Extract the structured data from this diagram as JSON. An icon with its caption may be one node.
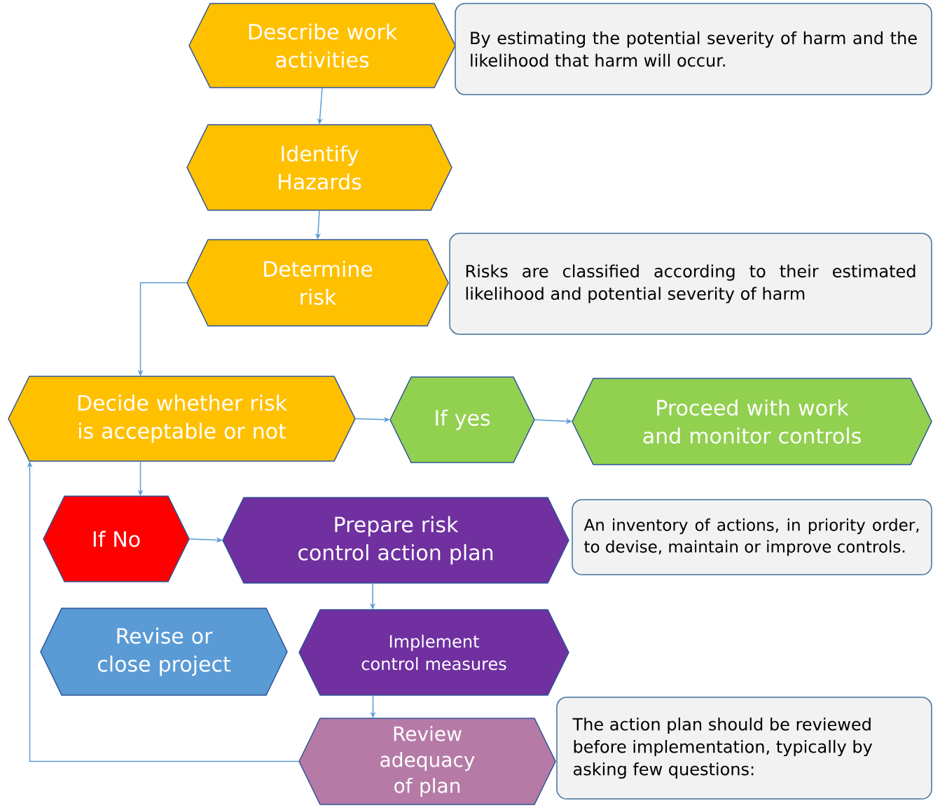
{
  "diagram": {
    "nodes": [
      {
        "text": [
          "Describe work activities"
        ]
      },
      {
        "text": [
          "By estimating the potential severity of harm and the likelihood that harm will occur."
        ]
      },
      {
        "text": [
          "Identify Hazards"
        ]
      },
      {
        "text": [
          "Determine risk"
        ]
      },
      {
        "text": [
          "Risks are classified according to their estimated likelihood and potential severity of harm"
        ]
      },
      {
        "text": [
          "Decide whether risk is acceptable or not"
        ]
      },
      {
        "text": [
          "If yes"
        ]
      },
      {
        "text": [
          "Proceed with work and monitor controls"
        ]
      },
      {
        "text": [
          "If No"
        ]
      },
      {
        "text": [
          "Prepare risk control action plan"
        ]
      },
      {
        "text": [
          "An inventory of actions, in priority order, to devise, maintain or improve controls."
        ]
      },
      {
        "text": [
          "Revise or close project"
        ]
      },
      {
        "text": [
          "Implement control measures"
        ]
      },
      {
        "text": [
          "Review adequacy of plan"
        ]
      },
      {
        "text": [
          "The action plan should be reviewed before implementation, typically by asking few questions:"
        ]
      }
    ],
    "edges": [
      {
        "from": 0,
        "to": 2,
        "arrow": "to"
      },
      {
        "from": 2,
        "to": 3,
        "arrow": "to"
      },
      {
        "from": 3,
        "to": 5,
        "arrow": "to"
      },
      {
        "from": 5,
        "to": 6,
        "arrow": "to"
      },
      {
        "from": 6,
        "to": 7,
        "arrow": "to"
      },
      {
        "from": 5,
        "to": 8,
        "arrow": "to"
      },
      {
        "from": 8,
        "to": 9,
        "arrow": "to"
      },
      {
        "from": 9,
        "to": 12,
        "arrow": "to"
      },
      {
        "from": 12,
        "to": 13,
        "arrow": "to"
      },
      {
        "from": 13,
        "to": 5,
        "arrow": "to"
      }
    ]
  }
}
